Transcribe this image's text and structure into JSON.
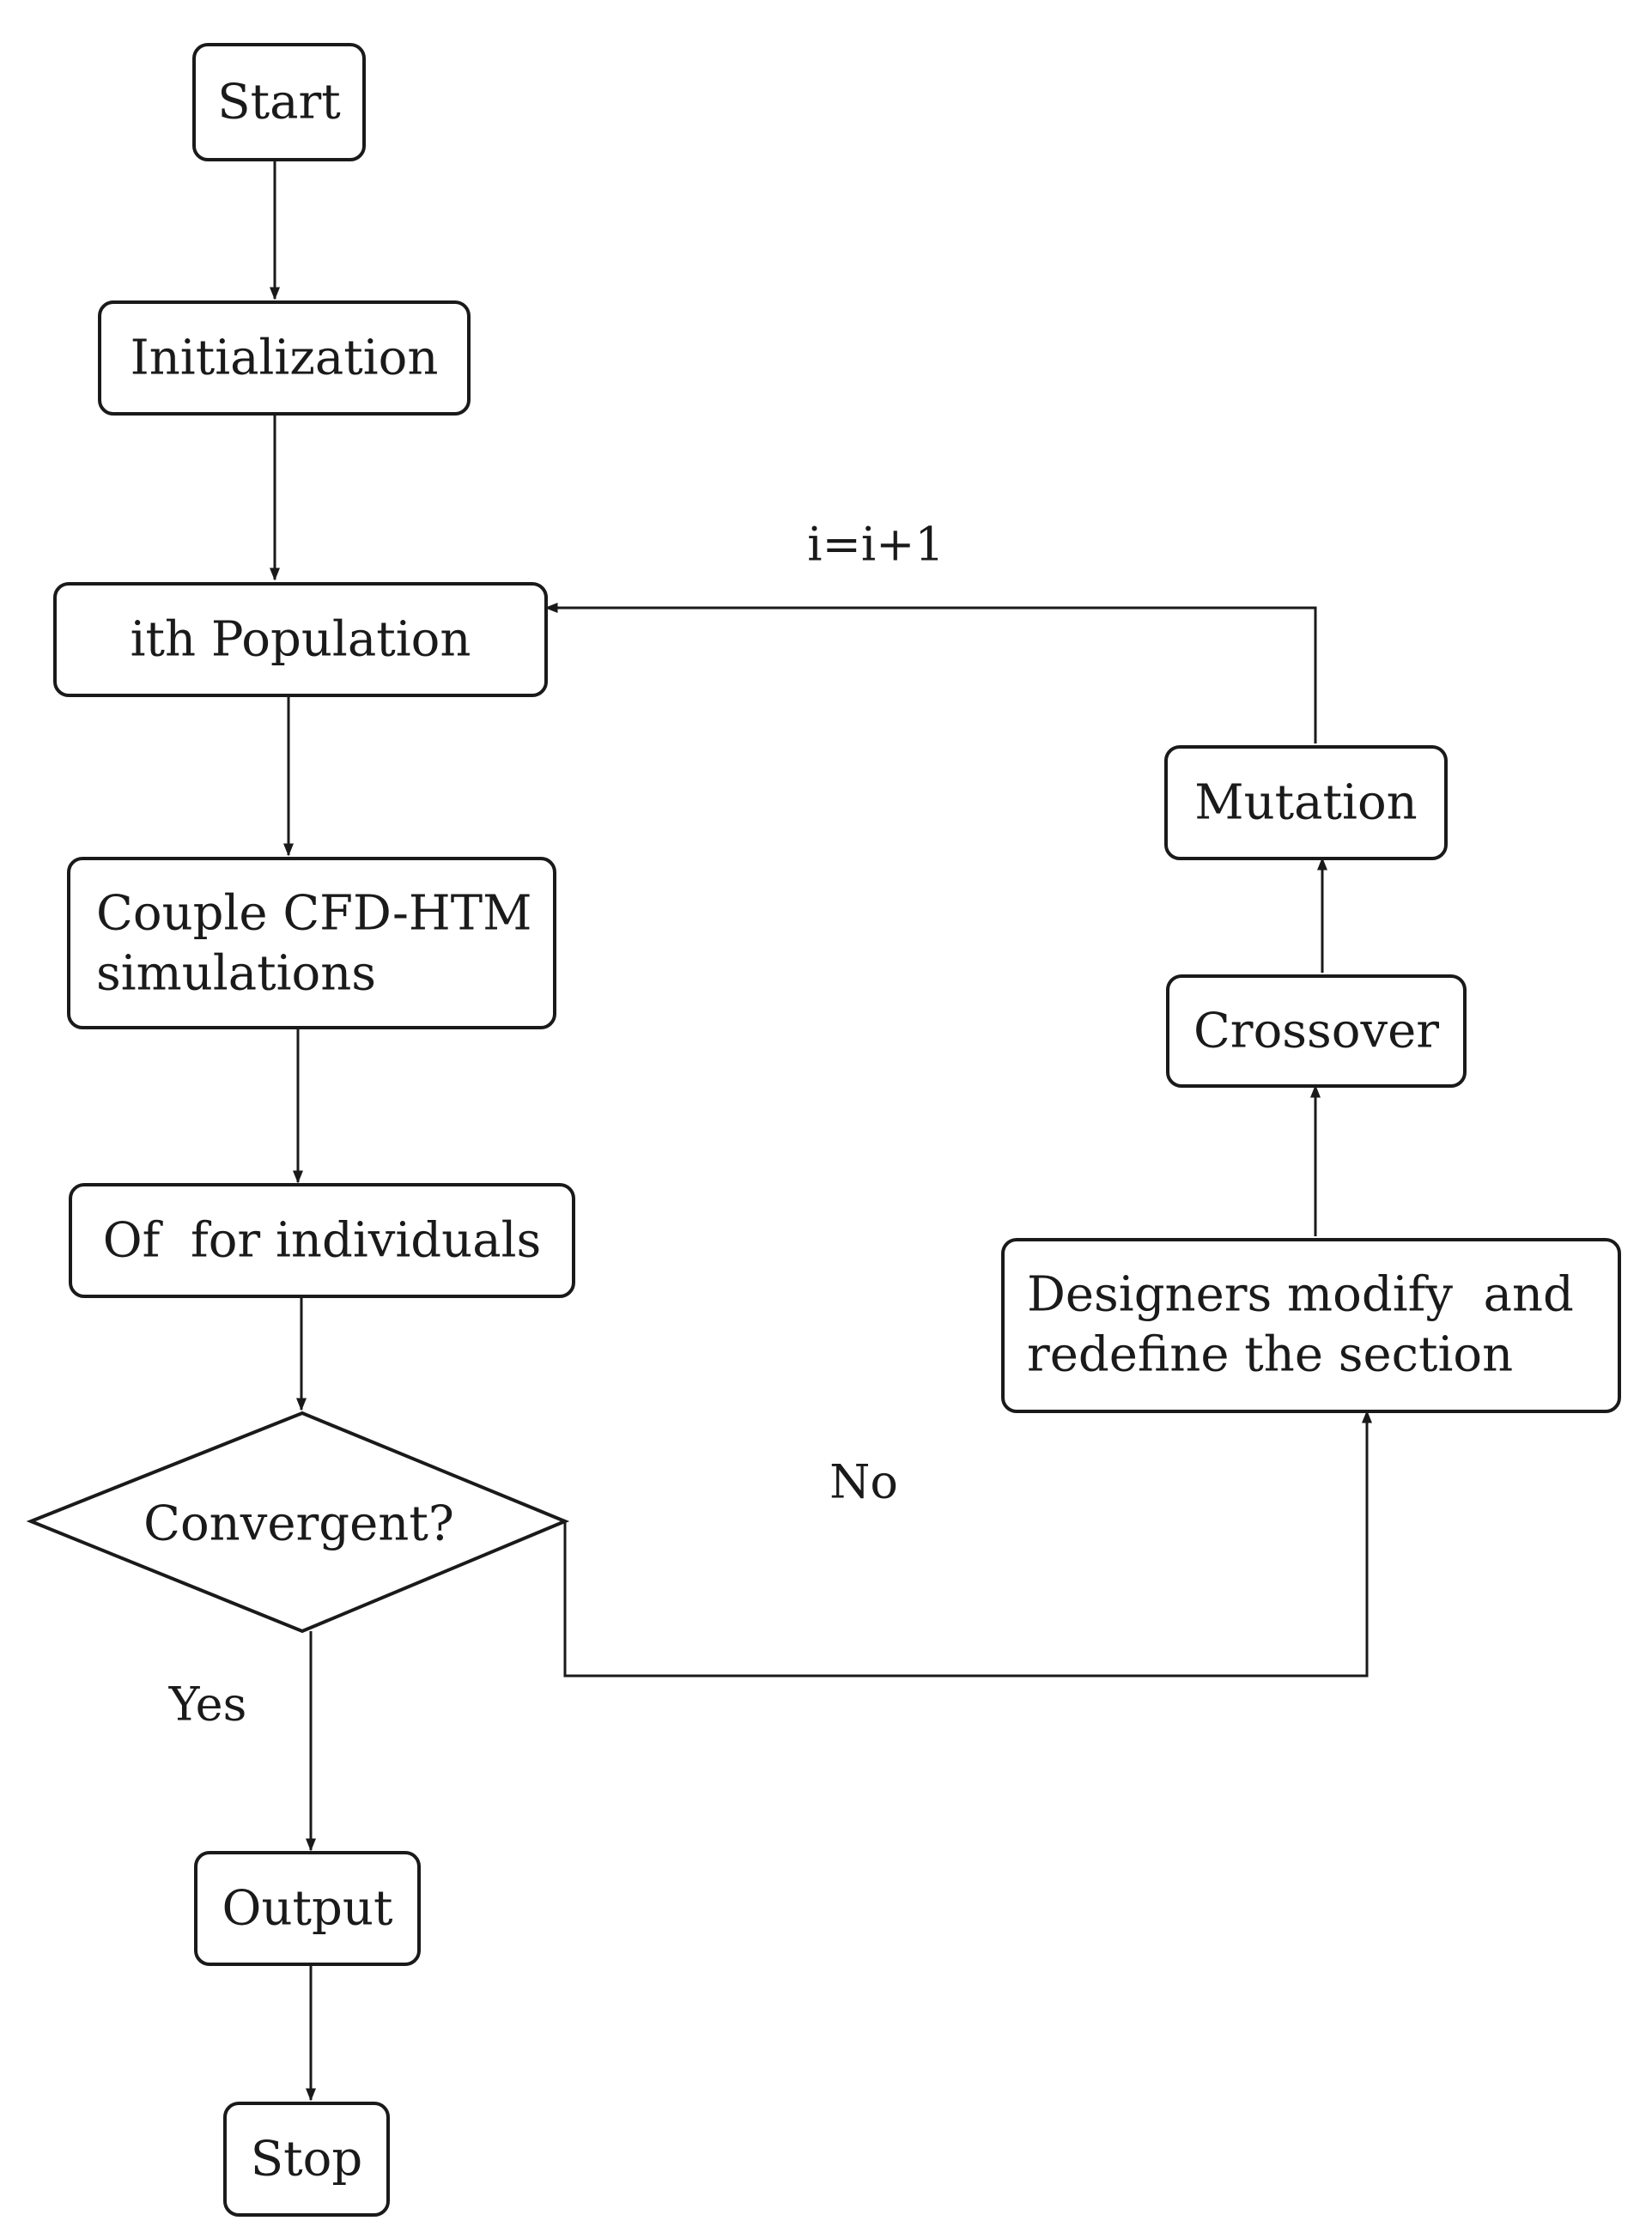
{
  "nodes": {
    "start": "Start",
    "initialization": "Initialization",
    "population": "ith Population",
    "couple_line1": "Couple CFD-HTM",
    "couple_line2": "simulations",
    "of_individuals": "Of  for individuals",
    "convergent": "Convergent?",
    "output": "Output",
    "stop": "Stop",
    "mutation": "Mutation",
    "crossover": "Crossover",
    "designers_line1": "Designers modify  and",
    "designers_line2": "redefine the section"
  },
  "labels": {
    "iteration": "i=i+1",
    "no": "No",
    "yes": "Yes"
  },
  "colors": {
    "stroke": "#1a1a1a",
    "background": "#ffffff"
  }
}
